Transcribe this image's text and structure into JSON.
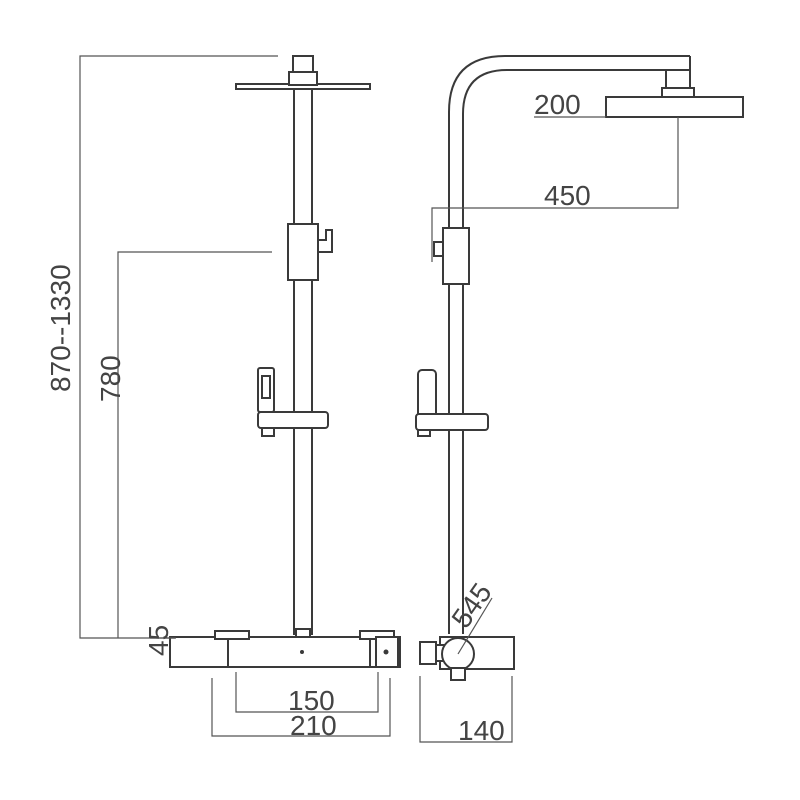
{
  "dimensions": {
    "total_height": "870--1330",
    "rail_height": "780",
    "head_diameter": "200",
    "arm_reach": "450",
    "inlet_centers": "150",
    "body_width": "210",
    "body_depth": "140",
    "body_height": "45",
    "outlet": "545"
  },
  "colors": {
    "line": "#3a3a3a",
    "text": "#444444",
    "background": "#ffffff"
  }
}
